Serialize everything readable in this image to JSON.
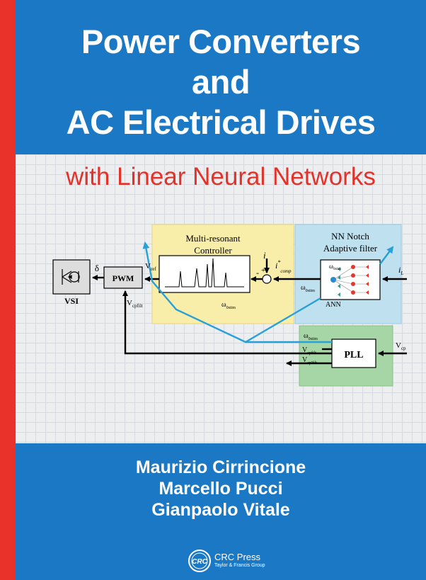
{
  "cover": {
    "title_lines": [
      "Power Converters",
      "and",
      "AC Electrical Drives"
    ],
    "subtitle": "with Linear Neural Networks",
    "authors": [
      "Maurizio Cirrincione",
      "Marcello Pucci",
      "Gianpaolo Vitale"
    ],
    "publisher": {
      "logo_text": "CRC",
      "name": "CRC Press",
      "group": "Taylor & Francis Group"
    },
    "colors": {
      "blue": "#1b78c4",
      "red": "#e8322a",
      "subtitle_red": "#e2322a",
      "controller_yellow": "#f8eeaa",
      "filter_blue": "#bfe0ee",
      "pll_green": "#a6d6a6"
    }
  },
  "diagram": {
    "controller_title": [
      "Multi-resonant",
      "Controller"
    ],
    "filter_title": [
      "NN Notch",
      "Adaptive filter"
    ],
    "vsi": "VSI",
    "pwm": "PWM",
    "pll": "PLL",
    "ann": "ANN",
    "delta": "δ",
    "v_ref": "V",
    "v_ref_sub": "ref",
    "v_cpfilt": "V",
    "v_cpfilt_sub": "cpfilt",
    "i_symbol": "i",
    "i_star": "i",
    "i_star_sup": "*",
    "i_star_sub": "comp",
    "i_l": "i",
    "i_l_sub": "L",
    "minus": "-",
    "plus": "+",
    "omega": "ω",
    "omega_sub": "0stim",
    "omega_ctrl_sub": "0stim",
    "omega_ann_sub": "0stim",
    "omega_pll_sub": "0stim",
    "v_cp": "V",
    "v_cp_sub": "cp",
    "v_cpfilt2": "V",
    "v_cpfilt2_sub": "cpfilt",
    "v_cpfilt3": "V",
    "v_cpfilt3_sub": "cp'filt"
  }
}
